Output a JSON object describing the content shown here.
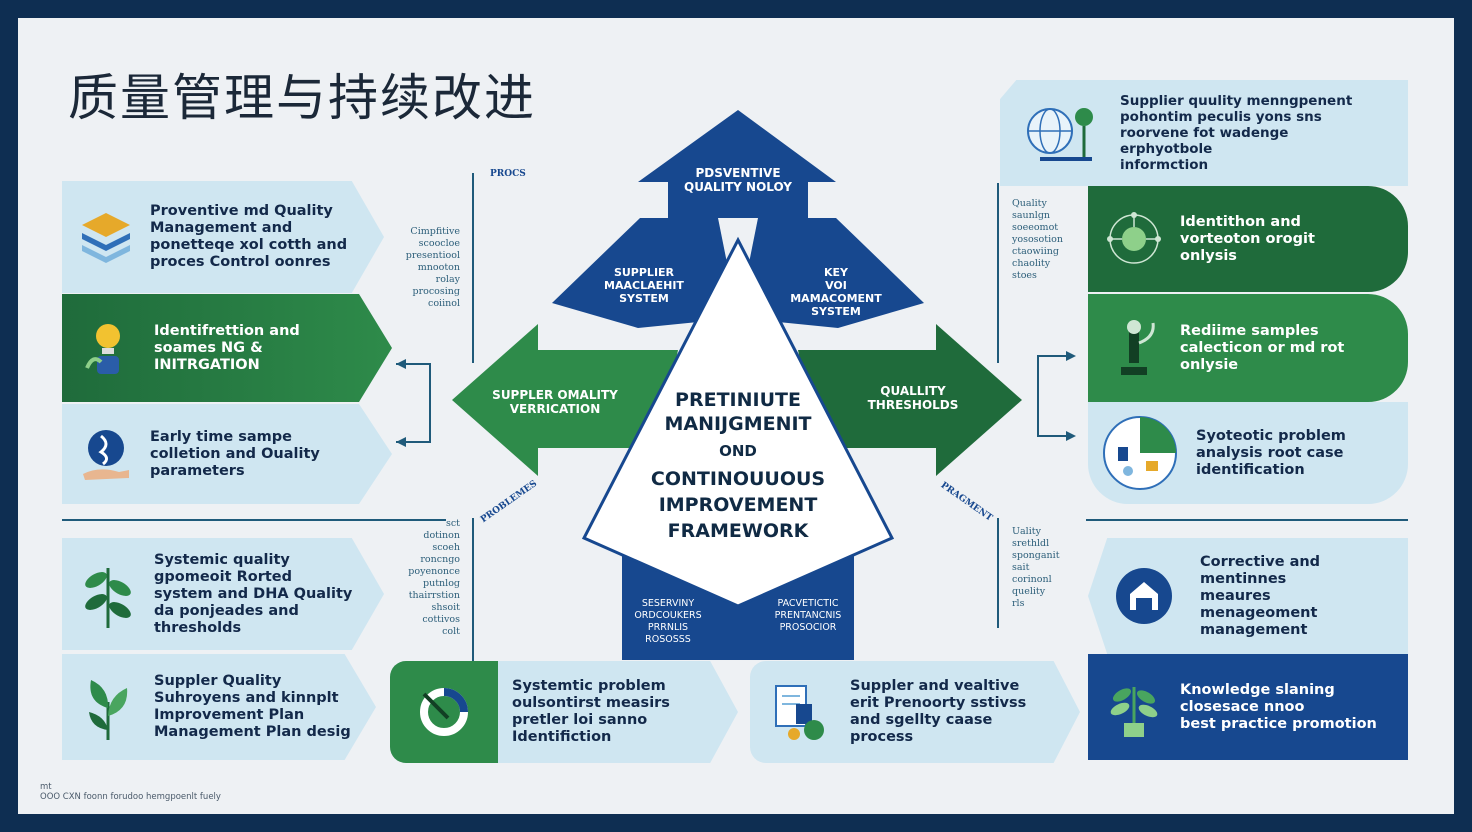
{
  "title": "质量管理与持续改进",
  "center": {
    "line1": "PRETINIUTE",
    "line2": "MANIJGMENIT",
    "line3": "OND",
    "line4": "CONTINOUUOUS",
    "line5": "IMPROVEMENT",
    "line6": "FRAMEWORK"
  },
  "shapes": {
    "top": "PDSVENTIVE\nQUALITY NOLOY",
    "upper_left": "SUPPLIER\nMAACLAEHIT\nSYSTEM",
    "upper_right": "KEY\nVOI\nMAMACOMENT\nSYSTEM",
    "left": "SUPPLER OMALITY\nVERRICATION",
    "right": "QUALLITY\nTHRESHOLDS",
    "bottom_left": "SESERVINY\nORDCOUKERS\nPRRNLIS\nROSOSSS",
    "bottom_right": "PACVETICTIC\nPRENTANCNIS\nPROSOCIOR",
    "diag_left": "PROBLEMES",
    "diag_right": "PRAGMENT"
  },
  "left_cards": [
    {
      "text": "Proventive md Quality\nManagement and\nponetteqe xol cotth and\nproces Control oonres"
    },
    {
      "text": "Identifrettion and\nsoames NG &\nINITRGATION"
    },
    {
      "text": "Early time sampe\ncolletion and Ouality\nparameters"
    },
    {
      "text": "Systemic quality\ngpomeoit Rorted\nsystem and DHA Quality\nda ponjeades and\nthresholds"
    },
    {
      "text": "Suppler Quality\nSuhroyens and kinnplt\nImprovement Plan\nManagement Plan desig"
    }
  ],
  "right_cards": [
    {
      "text": "Supplier quulity menngpenent\npohontim peculis yons sns\nroorvene fot wadenge\nerphyotbole\ninformction"
    },
    {
      "text": "Identithon and\nvorteoton orogit\nonlysis"
    },
    {
      "text": "Rediime samples\ncalecticon or md rot\nonlysie"
    },
    {
      "text": "Syoteotic problem\nanalysis root case\nidentification"
    },
    {
      "text": "Corrective and\nmentinnes\nmeaures\nmenageoment\nmanagement"
    },
    {
      "text": "Knowledge slaning\nclosesace nnoo\nbest practice promotion"
    }
  ],
  "bottom_cards": [
    {
      "text": "Systemtic problem\noulsontirst measirs\npretler loi sanno\nIdentifiction"
    },
    {
      "text": "Suppler and vealtive\nerit Prenoorty sstivss\nand sgellty caase\nprocess"
    }
  ],
  "notes": {
    "top_center": "PROCS",
    "left_upper": "Cimpfitive\nscoocloe\npresentiool\nmnooton\nrolay\nprocosing\ncoiinol",
    "left_lower": "sct\ndotinon\nscoeh\nroncngo\npoyenonce\nputnlog\nthairrstion\nshsoit\ncottivos\ncolt",
    "right_upper": "Quality\nsaunlgn\nsoeeomot\nyososotion\nctaowiing\nchaolity\nstoes",
    "right_lower": "Uality\nsrethldl\nsponganit\nsait\ncorinonl\nquelity\nrls",
    "footer_line1": "mt",
    "footer_line2": "OOO CXN foonn forudoo hemgpoenlt fuely"
  },
  "colors": {
    "dark_blue": "#17488f",
    "green": "#2e8b4a",
    "dark_green": "#1f6b3b",
    "light_blue": "#cfe6f1",
    "frame": "#0e2e52"
  }
}
